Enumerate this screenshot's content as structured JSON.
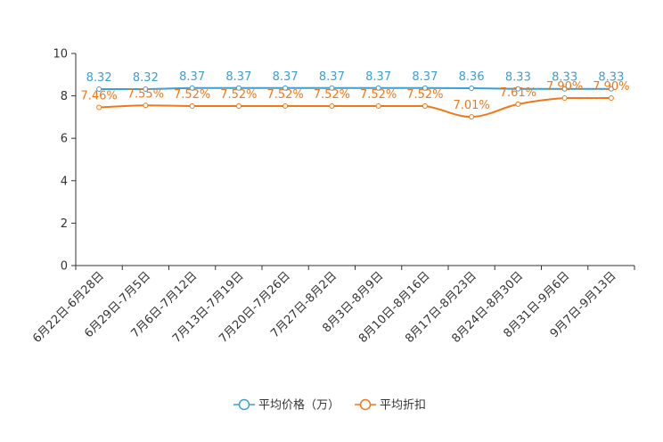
{
  "chart_data": {
    "type": "line",
    "categories": [
      "6月22日-6月28日",
      "6月29日-7月5日",
      "7月6日-7月12日",
      "7月13日-7月19日",
      "7月20日-7月26日",
      "7月27日-8月2日",
      "8月3日-8月9日",
      "8月10日-8月16日",
      "8月17日-8月23日",
      "8月24日-8月30日",
      "8月31日-9月6日",
      "9月7日-9月13日"
    ],
    "series": [
      {
        "name": "平均价格（万）",
        "color": "#3a9fd4",
        "values": [
          8.32,
          8.32,
          8.37,
          8.37,
          8.37,
          8.37,
          8.37,
          8.37,
          8.36,
          8.33,
          8.33,
          8.33
        ],
        "labels": [
          "8.32",
          "8.32",
          "8.37",
          "8.37",
          "8.37",
          "8.37",
          "8.37",
          "8.37",
          "8.36",
          "8.33",
          "8.33",
          "8.33"
        ]
      },
      {
        "name": "平均折扣",
        "color": "#f07818",
        "values": [
          7.46,
          7.55,
          7.52,
          7.52,
          7.52,
          7.52,
          7.52,
          7.52,
          7.01,
          7.61,
          7.9,
          7.9
        ],
        "labels": [
          "7.46%",
          "7.55%",
          "7.52%",
          "7.52%",
          "7.52%",
          "7.52%",
          "7.52%",
          "7.52%",
          "7.01%",
          "7.61%",
          "7.90%",
          "7.90%"
        ]
      }
    ],
    "ylim": [
      0,
      10
    ],
    "yticks": [
      "0",
      "2",
      "4",
      "6",
      "8",
      "10"
    ],
    "grid": false,
    "legend_position": "bottom-center"
  }
}
